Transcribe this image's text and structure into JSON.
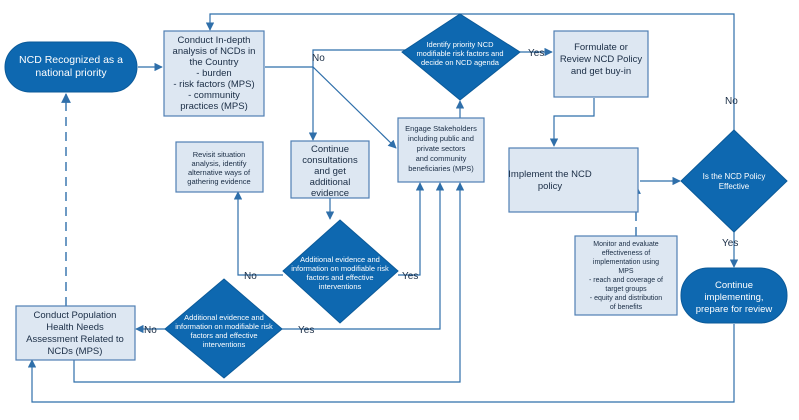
{
  "nodes": {
    "ncd_recognized": [
      "NCD Recognized as a",
      "national priority"
    ],
    "conduct_indepth": [
      "Conduct In-depth",
      "analysis of NCDs in",
      "the Country",
      "- burden",
      "- risk factors (MPS)",
      "- community",
      "practices (MPS)"
    ],
    "identify_priority": [
      "Identify priority NCD",
      "modifiable risk factors and",
      "decide on NCD agenda"
    ],
    "formulate_policy": [
      "Formulate or",
      "Review NCD Policy",
      "and get buy-in"
    ],
    "engage_stakeholders": [
      "Engage Stakeholders",
      "including public and",
      "private sectors",
      "and community",
      "beneficiaries (MPS)"
    ],
    "continue_consultations": [
      "Continue",
      "consultations",
      "and get",
      "additional",
      "evidence"
    ],
    "revisit_situation": [
      "Revisit situation",
      "analysis, identify",
      "alternative ways of",
      "gathering evidence"
    ],
    "implement_policy": [
      "Implement the NCD",
      "policy"
    ],
    "is_policy_effective": [
      "Is the NCD Policy",
      "Effective"
    ],
    "additional_evidence_upper": [
      "Additional evidence and",
      "information on modifiable risk",
      "factors and effective",
      "interventions"
    ],
    "additional_evidence_lower": [
      "Additional evidence and",
      "information on modifiable risk",
      "factors and effective",
      "interventions"
    ],
    "monitor_evaluate": [
      "Monitor and evaluate",
      "effectiveness of",
      "implementation using",
      "MPS",
      "- reach and coverage of",
      "target groups",
      "- equity and distribution",
      "of benefits"
    ],
    "conduct_population": [
      "Conduct Population",
      "Health Needs",
      "Assessment Related to",
      "NCDs (MPS)"
    ],
    "continue_implementing": [
      "Continue",
      "implementing,",
      "prepare for review"
    ]
  },
  "edge_labels": {
    "yes_to_formulate": "Yes",
    "no_from_identify": "No",
    "no_from_effective": "No",
    "yes_from_effective": "Yes",
    "no_from_upper": "No",
    "yes_from_upper": "Yes",
    "no_from_lower": "No",
    "yes_from_lower": "Yes"
  },
  "colors": {
    "box_fill": "#dde7f2",
    "box_stroke": "#4f7fb3",
    "accent": "#0e68b0",
    "line": "#2f6faa"
  }
}
